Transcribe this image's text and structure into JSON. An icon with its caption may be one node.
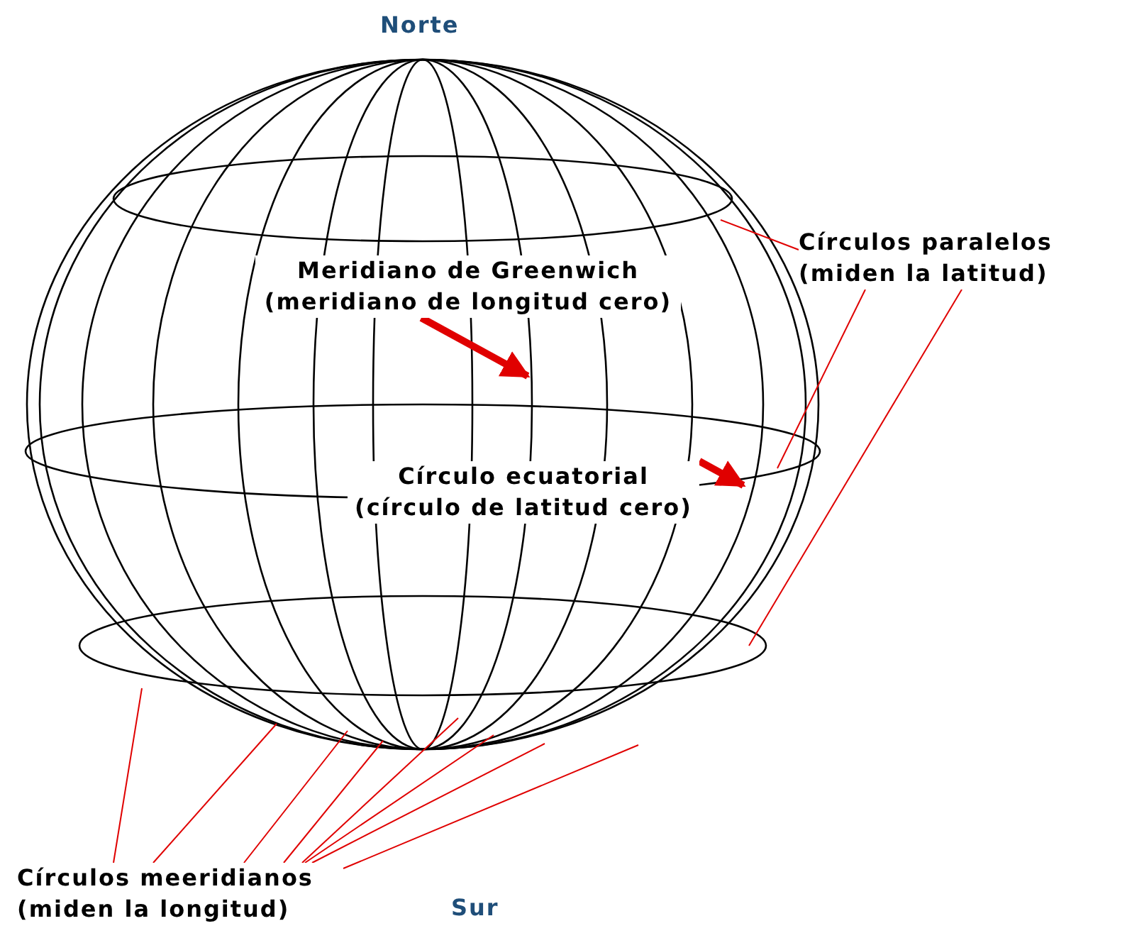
{
  "diagram": {
    "nodes": [
      {
        "text": [
          "Círculos paralelos (miden la latitud)"
        ]
      },
      {
        "text": [
          "Meridiano de Greenwich (meridiano de longitud cero)"
        ]
      },
      {
        "text": [
          "Círculo ecuatorial (círculo de latitud cero)"
        ]
      },
      {
        "text": [
          "Círculos meeridianos (miden la longitud)"
        ]
      }
    ],
    "edges": [
      {
        "from": 0,
        "to": null,
        "arrow": "none"
      },
      {
        "from": 0,
        "to": null,
        "arrow": "none"
      },
      {
        "from": 0,
        "to": null,
        "arrow": "none"
      },
      {
        "from": 1,
        "to": null,
        "arrow": "to",
        "style": "thick"
      },
      {
        "from": 2,
        "to": null,
        "arrow": "to",
        "style": "thick"
      },
      {
        "from": 3,
        "to": null,
        "arrow": "none"
      },
      {
        "from": 3,
        "to": null,
        "arrow": "none"
      },
      {
        "from": 3,
        "to": null,
        "arrow": "none"
      },
      {
        "from": 3,
        "to": null,
        "arrow": "none"
      },
      {
        "from": 3,
        "to": null,
        "arrow": "none"
      },
      {
        "from": 3,
        "to": null,
        "arrow": "none"
      },
      {
        "from": 3,
        "to": null,
        "arrow": "none"
      },
      {
        "from": 3,
        "to": null,
        "arrow": "none"
      }
    ],
    "labels": [
      "Norte",
      "Sur"
    ]
  }
}
